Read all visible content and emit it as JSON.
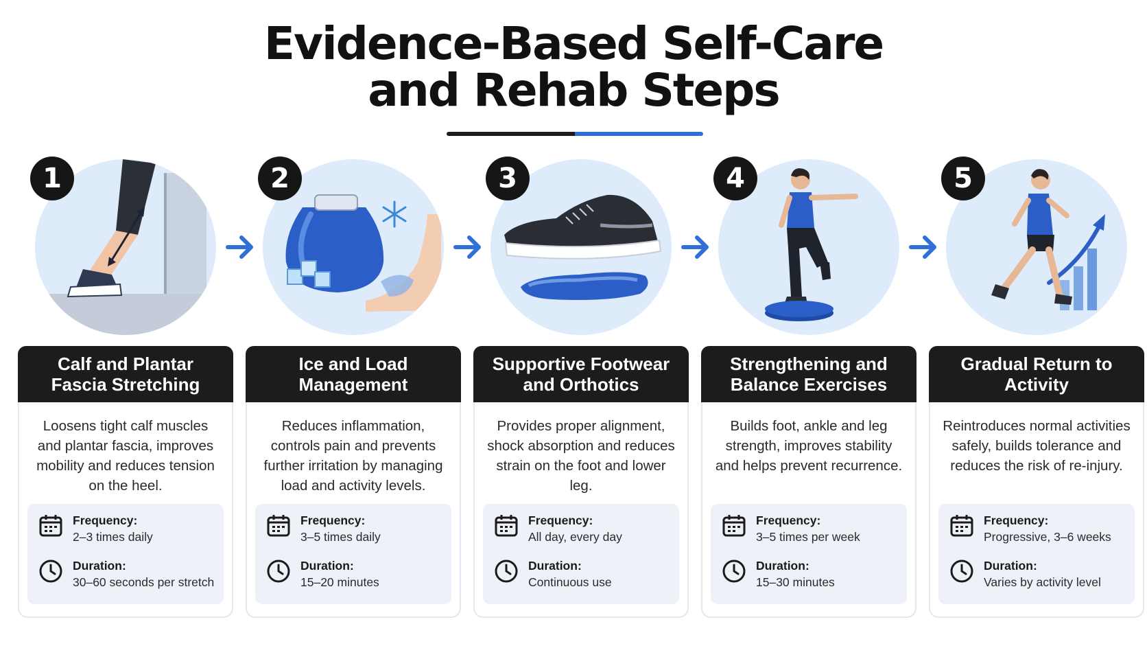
{
  "title": {
    "line1": "Evidence-Based Self-Care",
    "line2": "and Rehab Steps"
  },
  "colors": {
    "accent": "#2f6fd6",
    "dark": "#1c1c1c",
    "circle": "#deebfb",
    "panel": "#eef2f8"
  },
  "steps": [
    {
      "number": "1",
      "title": "Calf and Plantar Fascia Stretching",
      "description": "Loosens tight calf muscles and plantar fascia, improves mobility and reduces tension on the heel.",
      "icon": "calf-stretch-illustration",
      "frequency_label": "Frequency:",
      "frequency": "2–3 times daily",
      "duration_label": "Duration:",
      "duration": "30–60 seconds per stretch"
    },
    {
      "number": "2",
      "title": "Ice and Load Management",
      "description": "Reduces inflammation, controls pain and prevents further irritation by managing load and activity levels.",
      "icon": "ice-pack-illustration",
      "frequency_label": "Frequency:",
      "frequency": "3–5 times daily",
      "duration_label": "Duration:",
      "duration": "15–20 minutes"
    },
    {
      "number": "3",
      "title": "Supportive Footwear and Orthotics",
      "description": "Provides proper alignment, shock absorption and reduces strain on the foot and lower leg.",
      "icon": "shoe-insole-illustration",
      "frequency_label": "Frequency:",
      "frequency": "All day, every day",
      "duration_label": "Duration:",
      "duration": "Continuous use"
    },
    {
      "number": "4",
      "title": "Strengthening and Balance Exercises",
      "description": "Builds foot, ankle and leg strength, improves stability and helps prevent recurrence.",
      "icon": "balance-exercise-illustration",
      "frequency_label": "Frequency:",
      "frequency": "3–5 times per week",
      "duration_label": "Duration:",
      "duration": "15–30 minutes"
    },
    {
      "number": "5",
      "title": "Gradual Return to Activity",
      "description": "Reintroduces normal activities safely, builds tolerance and reduces the risk of re-injury.",
      "icon": "running-progress-illustration",
      "frequency_label": "Frequency:",
      "frequency": "Progressive, 3–6 weeks",
      "duration_label": "Duration:",
      "duration": "Varies by activity level"
    }
  ]
}
